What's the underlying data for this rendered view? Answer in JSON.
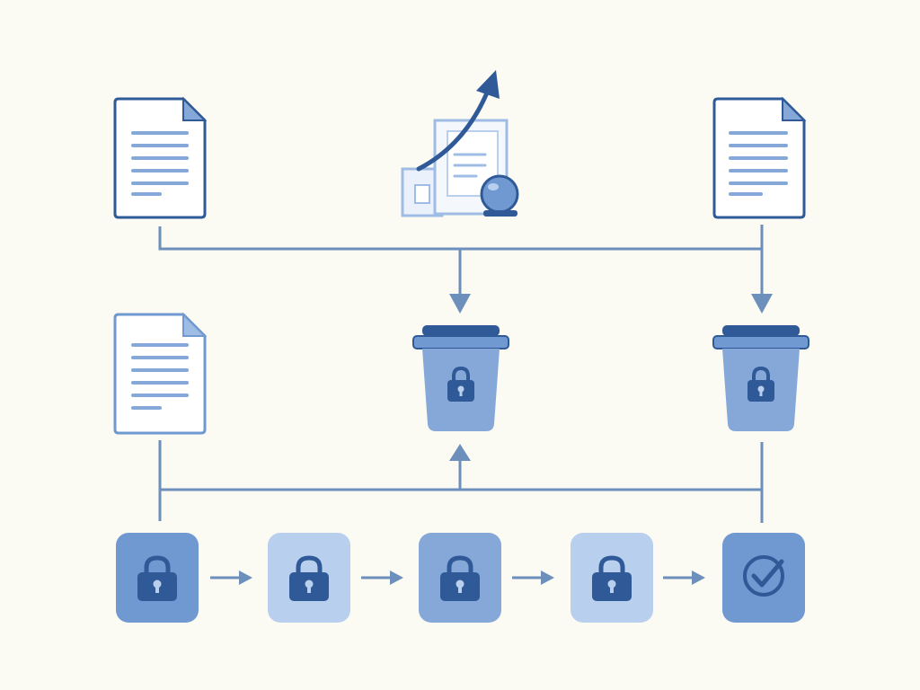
{
  "diagram": {
    "kind": "secure-data-flow",
    "colors": {
      "background": "#fbfbf3",
      "line": "#6d8fbc",
      "dark": "#2f5a97",
      "mid": "#6f99d0",
      "light": "#b9cfee",
      "paper": "#ffffff",
      "paper_lines": "#86a8d8"
    },
    "nodes": [
      {
        "id": "doc-top-left",
        "icon": "document-icon"
      },
      {
        "id": "analytics",
        "icon": "growth-chart-icon"
      },
      {
        "id": "doc-top-right",
        "icon": "document-icon"
      },
      {
        "id": "doc-middle-left",
        "icon": "document-icon"
      },
      {
        "id": "locked-bin-center",
        "icon": "locked-bin-icon"
      },
      {
        "id": "locked-bin-right",
        "icon": "locked-bin-icon"
      },
      {
        "id": "lock-step-1",
        "icon": "padlock-icon",
        "shade": "mid"
      },
      {
        "id": "lock-step-2",
        "icon": "padlock-icon",
        "shade": "light"
      },
      {
        "id": "lock-step-3",
        "icon": "padlock-icon",
        "shade": "mid"
      },
      {
        "id": "lock-step-4",
        "icon": "padlock-icon",
        "shade": "light"
      },
      {
        "id": "verified-step",
        "icon": "check-circle-icon",
        "shade": "mid"
      }
    ],
    "step_count": 5
  }
}
